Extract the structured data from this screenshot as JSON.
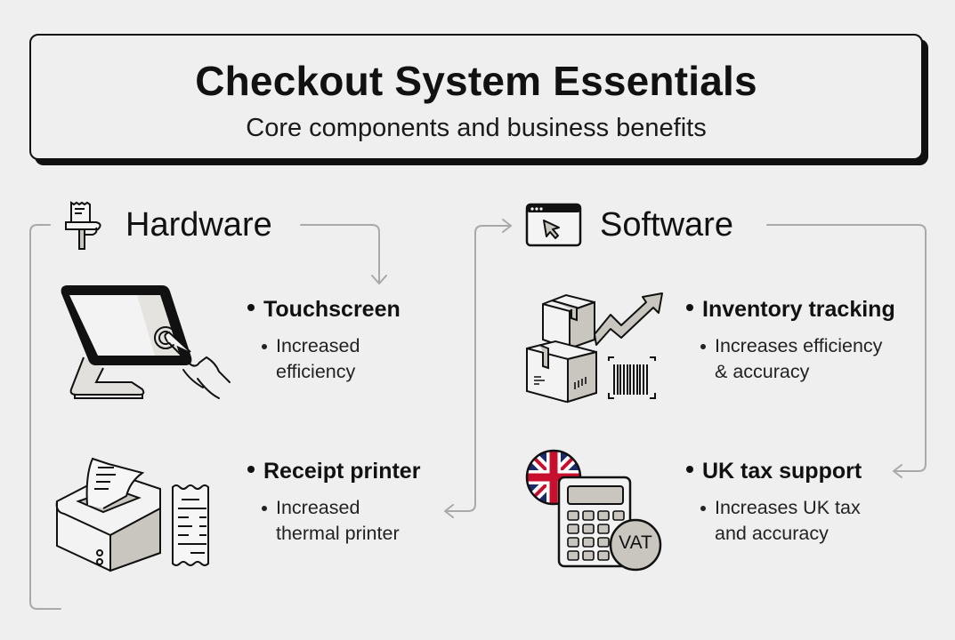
{
  "header": {
    "title": "Checkout System Essentials",
    "subtitle": "Core components and business benefits"
  },
  "sections": [
    {
      "id": "hardware",
      "title": "Hardware",
      "icon": "receipt-on-stand-icon",
      "items": [
        {
          "label": "Touchscreen",
          "benefit": "Increased\nefficiency",
          "icon": "touchscreen-terminal-icon"
        },
        {
          "label": "Receipt printer",
          "benefit": "Increased\nthermal printer",
          "icon": "receipt-printer-icon"
        }
      ]
    },
    {
      "id": "software",
      "title": "Software",
      "icon": "browser-cursor-icon",
      "items": [
        {
          "label": "Inventory tracking",
          "benefit": "Increases efficiency\n& accuracy",
          "icon": "boxes-barcode-growth-icon"
        },
        {
          "label": "UK tax support",
          "benefit": "Increases UK tax\nand accuracy",
          "icon": "uk-flag-calculator-vat-icon",
          "badge": "VAT"
        }
      ]
    }
  ],
  "colors": {
    "background": "#efefef",
    "ink": "#111111",
    "connector": "#a9a9a9",
    "fill_gray": "#c9c6bf",
    "flag_red": "#c8102e",
    "flag_blue": "#1b2a6b"
  }
}
